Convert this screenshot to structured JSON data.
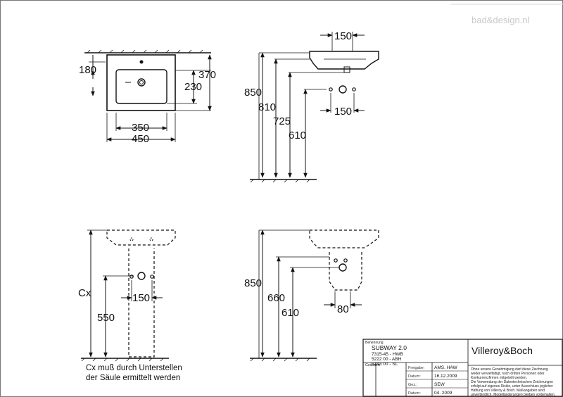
{
  "watermark": "bad&design.nl",
  "dimensions": {
    "top_view": {
      "width_outer": "450",
      "width_bowl": "350",
      "depth_tap": "180",
      "depth_total": "370",
      "depth_bowl": "230"
    },
    "side_view": {
      "height_rim": "850",
      "height_810": "810",
      "height_725": "725",
      "height_610": "610",
      "width_150_top": "150",
      "width_150_holes": "150"
    },
    "front_pedestal": {
      "cx": "Cx",
      "height_550": "550",
      "width_150": "150"
    },
    "side_pedestal": {
      "height_850": "850",
      "height_660": "660",
      "height_610": "610",
      "width_80": "80"
    }
  },
  "note": {
    "line1": "Cx muß durch Unterstellen",
    "line2": "der Säule ermittelt werden"
  },
  "title_block": {
    "header_label": "Benennung",
    "product": "SUBWAY 2.0",
    "codes": [
      "7315-45 - HWB",
      "5222 00 - ABH",
      "5243 00 - SL"
    ],
    "brand": "Villeroy&Boch",
    "changed_label": "Geändert",
    "rows": [
      {
        "label": "Freigabe:",
        "value": "AMS, HAW"
      },
      {
        "label": "Datum:",
        "value": "16.12.2009"
      },
      {
        "label": "Gez.:",
        "value": "SEW"
      },
      {
        "label": "Datum:",
        "value": "04. 2009"
      }
    ],
    "disclaimer": [
      "Ohne unsere Genehmigung darf diese Zeichnung",
      "weder vervielfältigt, noch dritten Personen oder",
      "Konkurrenzfirmen mitgeteilt werden.",
      "Die Verwendung der Datentechnischen Zeichnungen",
      "erfolgt auf eigenes Risiko, unter Ausschluss jeglicher",
      "Haftung von Villeroy & Boch. Maßangaben sind",
      "unverbindlich. Modelländerungen bleiben vorbehalten."
    ]
  }
}
